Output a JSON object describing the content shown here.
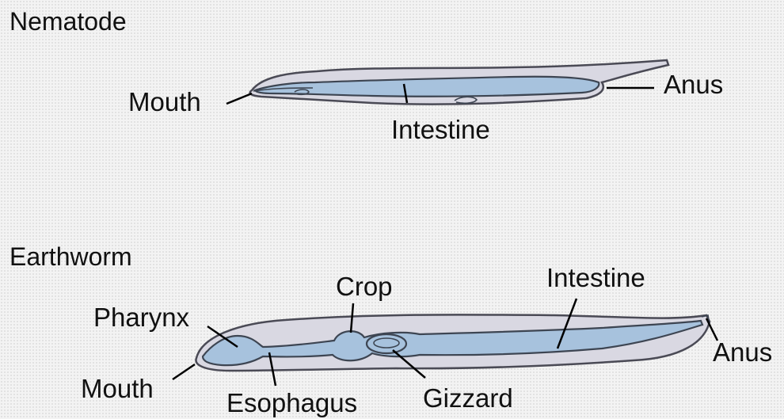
{
  "diagrams": {
    "nematode": {
      "title": "Nematode",
      "labels": {
        "mouth": "Mouth",
        "intestine": "Intestine",
        "anus": "Anus"
      }
    },
    "earthworm": {
      "title": "Earthworm",
      "labels": {
        "pharynx": "Pharynx",
        "crop": "Crop",
        "intestine": "Intestine",
        "mouth": "Mouth",
        "esophagus": "Esophagus",
        "gizzard": "Gizzard",
        "anus": "Anus"
      }
    }
  },
  "colors": {
    "body_fill": "#d9d8e2",
    "gut_fill": "#a7c2dd",
    "outline": "#4a4a55",
    "background": "#f3f3f3"
  }
}
